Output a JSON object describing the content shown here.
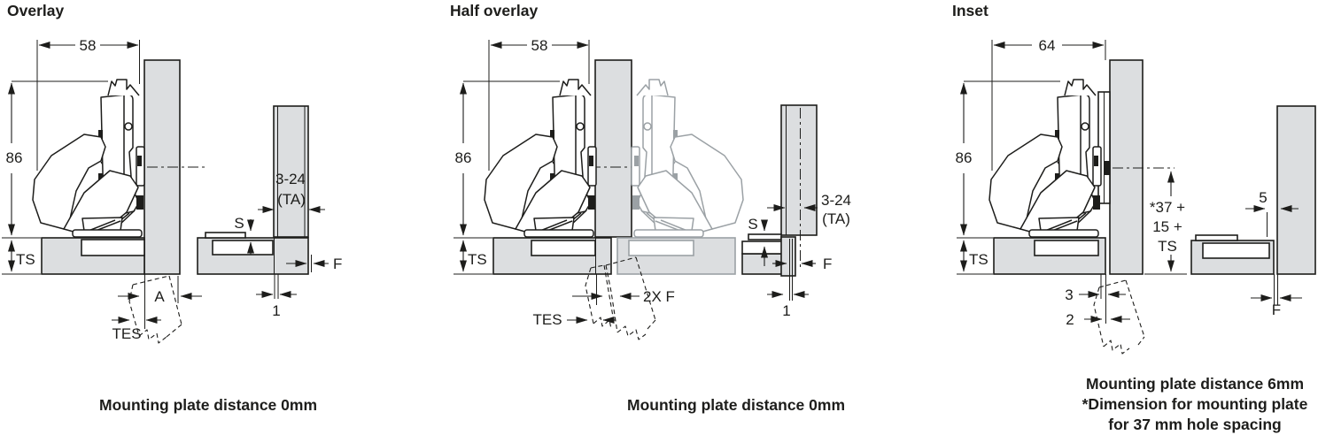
{
  "colors": {
    "line": "#1d1d1b",
    "panel_fill": "#dcdee0",
    "ghost": "#9ba1a5",
    "background": "#ffffff"
  },
  "panels": [
    {
      "title": "Overlay",
      "caption": "Mounting plate distance 0mm",
      "dims": {
        "width": "58",
        "height": "86",
        "side_thickness": "TS",
        "overlay": "A",
        "tes": "TES",
        "gap_s": "S",
        "reveal_range": "3-24",
        "reveal_unit": "(TA)",
        "f": "F",
        "one": "1"
      }
    },
    {
      "title": "Half overlay",
      "caption": "Mounting plate distance 0mm",
      "dims": {
        "width": "58",
        "height": "86",
        "side_thickness": "TS",
        "tes": "TES",
        "two_x_f": "2X F",
        "gap_s": "S",
        "reveal_range": "3-24",
        "reveal_unit": "(TA)",
        "f": "F",
        "one": "1"
      }
    },
    {
      "title": "Inset",
      "caption_lines": [
        "Mounting plate distance 6mm",
        "*Dimension for mounting plate",
        "for 37 mm hole spacing"
      ],
      "dims": {
        "width": "64",
        "height": "86",
        "side_thickness": "TS",
        "three": "3",
        "two": "2",
        "stack_1": "*37 +",
        "stack_2": "15 +",
        "stack_3": "TS",
        "five": "5",
        "f": "F"
      }
    }
  ]
}
